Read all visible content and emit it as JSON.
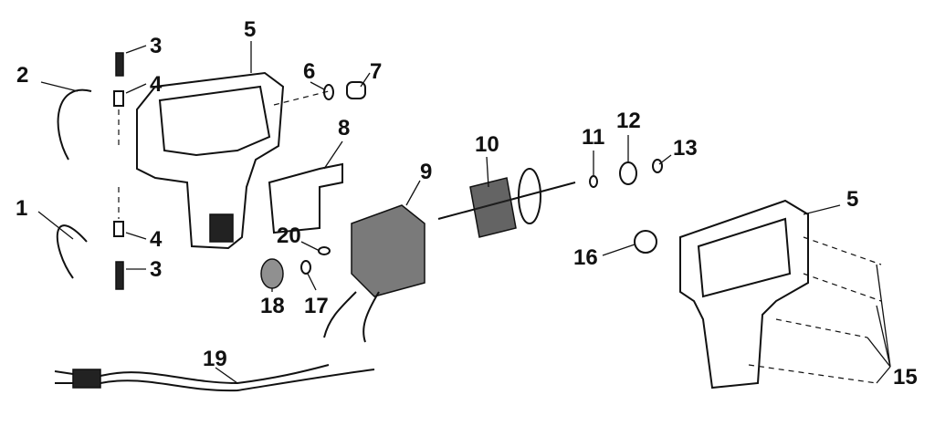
{
  "diagram": {
    "type": "exploded parts diagram",
    "labels": {
      "l5a": "5",
      "l3a": "3",
      "l2": "2",
      "l4a": "4",
      "l6": "6",
      "l7": "7",
      "l8": "8",
      "l10": "10",
      "l11": "11",
      "l12": "12",
      "l13": "13",
      "l9": "9",
      "l5b": "5",
      "l1": "1",
      "l4b": "4",
      "l20": "20",
      "l16": "16",
      "l3b": "3",
      "l18": "18",
      "l17": "17",
      "l19": "19",
      "l15": "15"
    }
  }
}
